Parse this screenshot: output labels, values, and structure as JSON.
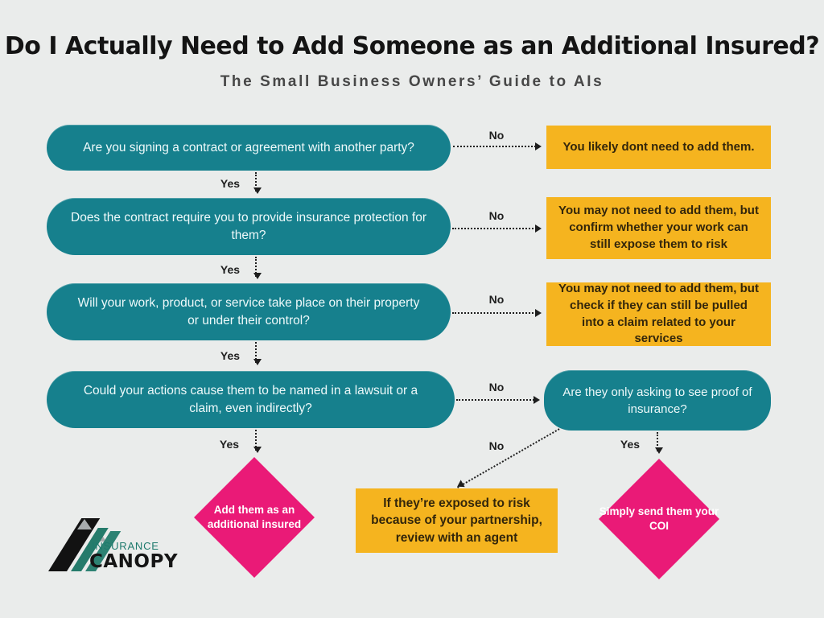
{
  "page": {
    "title": "Do I Actually Need to Add Someone as an Additional Insured?",
    "subtitle": "The Small Business Owners’ Guide to AIs"
  },
  "colors": {
    "background": "#eaeceb",
    "question_teal": "#16808d",
    "outcome_yellow": "#f5b41f",
    "action_pink": "#ea1a77",
    "arrow_black": "#1e1e1e"
  },
  "flow": {
    "labels": {
      "yes": "Yes",
      "no": "No"
    },
    "questions": [
      {
        "text": "Are you signing a contract or agreement with another party?"
      },
      {
        "text": "Does the contract require you to provide insurance protection for them?"
      },
      {
        "text": "Will your work, product, or service take place on their property or under their control?"
      },
      {
        "text": "Could your actions cause them to be named in a lawsuit or a claim, even indirectly?"
      },
      {
        "text": "Are they only asking to see proof of insurance?"
      }
    ],
    "outcomes": [
      {
        "text": "You likely dont need to add them."
      },
      {
        "text": "You may not need to add them, but confirm whether your work can still expose them to risk"
      },
      {
        "text": "You may not need to add them, but check if they can still be pulled into a claim related to your services"
      },
      {
        "text": "If they’re exposed to risk because of your partnership, review with an agent"
      }
    ],
    "actions": [
      {
        "text": "Add them as an additional insured"
      },
      {
        "text": "Simply send them your COI"
      }
    ]
  },
  "logo": {
    "top": "INSURANCE",
    "bottom": "CANOPY"
  }
}
